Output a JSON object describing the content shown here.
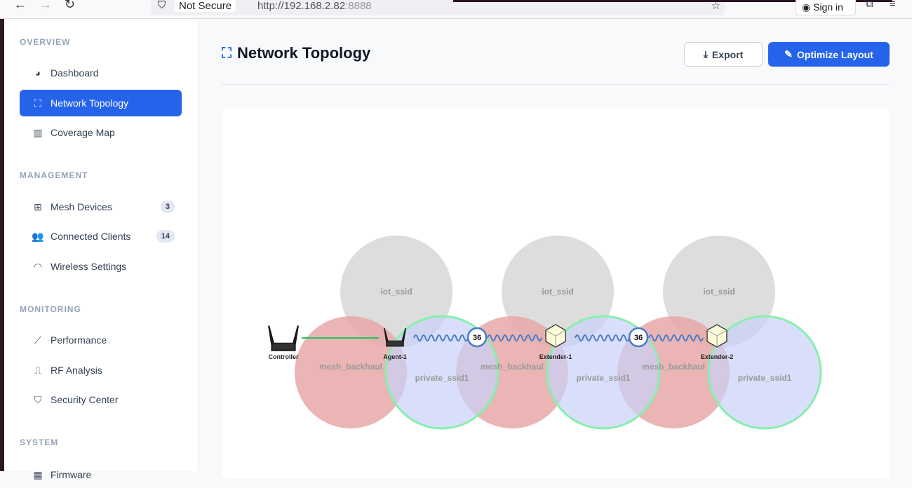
{
  "browser": {
    "not_secure": "Not Secure",
    "url_host": "http://192.168.2.82",
    "url_port": ":8888",
    "sign_in": "Sign in"
  },
  "sidebar": {
    "sections": [
      "OVERVIEW",
      "MANAGEMENT",
      "MONITORING",
      "SYSTEM"
    ],
    "items": [
      {
        "label": "Dashboard",
        "icon": "gauge-icon"
      },
      {
        "label": "Network Topology",
        "icon": "sitemap-icon",
        "active": true
      },
      {
        "label": "Coverage Map",
        "icon": "map-icon"
      },
      {
        "label": "Mesh Devices",
        "icon": "network-icon",
        "badge": "3"
      },
      {
        "label": "Connected Clients",
        "icon": "users-icon",
        "badge": "14"
      },
      {
        "label": "Wireless Settings",
        "icon": "wifi-icon"
      },
      {
        "label": "Performance",
        "icon": "chart-line-icon"
      },
      {
        "label": "RF Analysis",
        "icon": "waveform-icon"
      },
      {
        "label": "Security Center",
        "icon": "shield-icon"
      },
      {
        "label": "Firmware",
        "icon": "calendar-icon"
      }
    ]
  },
  "header": {
    "title": "Network Topology",
    "export": "Export",
    "optimize": "Optimize Layout"
  },
  "topology": {
    "nodes": [
      "Controller",
      "Agent-1",
      "Extender-1",
      "Extender-2"
    ],
    "ssids": {
      "iot": "iot_ssid",
      "mesh": "mesh_backhaul",
      "private": "private_ssid1"
    },
    "channel_labels": [
      "36",
      "36"
    ],
    "colors": {
      "wired": "#22c55e",
      "wireless": "#4a7cc9",
      "accent": "#2563eb"
    }
  }
}
